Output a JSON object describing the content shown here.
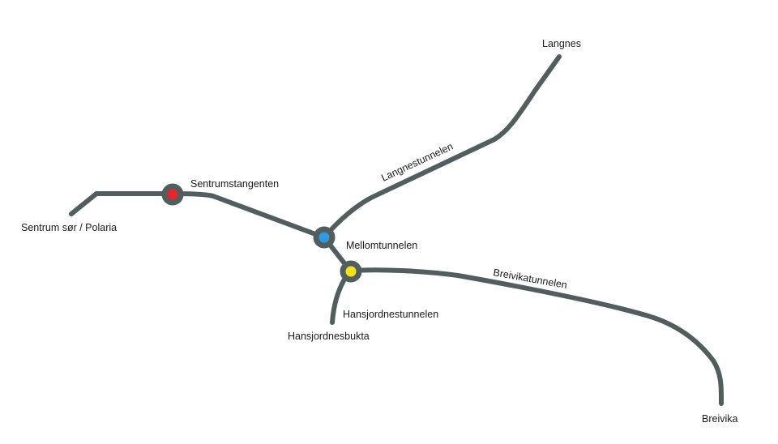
{
  "map": {
    "route_color": "#515e5d",
    "places": {
      "sentrum_sor_polaria": "Sentrum sør / Polaria",
      "sentrumstangenten": "Sentrumstangenten",
      "mellomtunnelen": "Mellomtunnelen",
      "langnes": "Langnes",
      "hansjordnesbukta": "Hansjordnesbukta",
      "breivika": "Breivika"
    },
    "tunnels": {
      "langnestunnelen": "Langnestunnelen",
      "breivikatunnelen": "Breivikatunnelen",
      "hansjordnestunnelen": "Hansjordnestunnelen"
    },
    "junctions": [
      {
        "name": "Sentrumstangenten",
        "color": "#e8242b"
      },
      {
        "name": "Mellomtunnelen",
        "color": "#2e9be0"
      },
      {
        "name": "Hansjordnestunnelen",
        "color": "#f7e21a"
      }
    ]
  }
}
